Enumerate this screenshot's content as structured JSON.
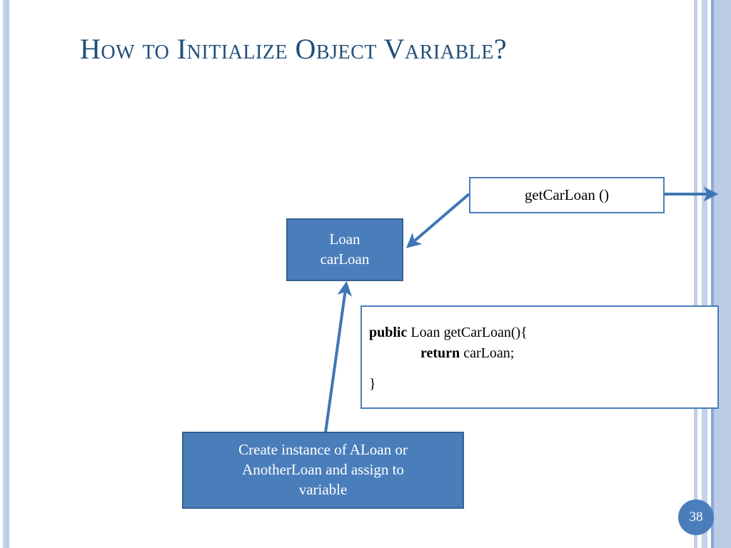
{
  "slide": {
    "title": "How to Initialize Object Variable?",
    "page_number": "38",
    "colors": {
      "title": "#1F4E79",
      "fill_blue": "#4A7EBB",
      "border_blue": "#3E76B5",
      "stripe_light": "#BCCBE6",
      "background": "#FFFFFF"
    }
  },
  "diagram": {
    "method_box": {
      "label": "getCarLoan ()"
    },
    "variable_box": {
      "line1": "Loan",
      "line2": "carLoan"
    },
    "code_box": {
      "line1_keyword": "public",
      "line1_rest": " Loan getCarLoan(){",
      "line2_keyword": "return",
      "line2_rest": " carLoan;",
      "line3": "}"
    },
    "instruction_box": {
      "line1": "Create instance of ALoan or",
      "line2": "AnotherLoan and assign to",
      "line3": "variable"
    },
    "arrows": [
      {
        "name": "method-to-variable",
        "from": "getCarLoan () box",
        "to": "Loan carLoan box"
      },
      {
        "name": "method-outward",
        "from": "getCarLoan () box",
        "to": "right edge"
      },
      {
        "name": "instruction-to-variable",
        "from": "Create instance box",
        "to": "Loan carLoan box"
      }
    ]
  }
}
